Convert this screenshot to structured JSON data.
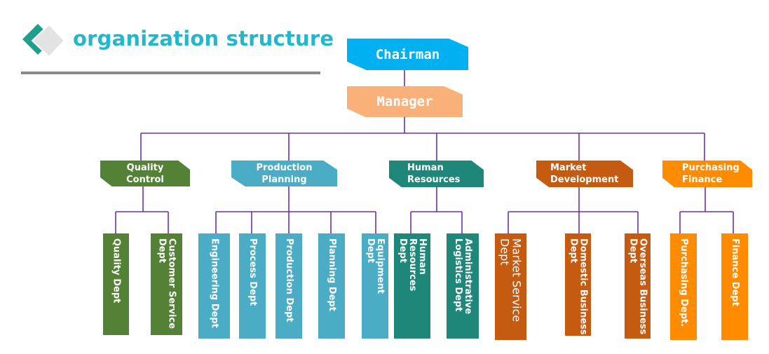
{
  "header": {
    "title": "organization structure",
    "logo_icon": "diamond-logo-icon"
  },
  "colors": {
    "chairman": "#00b0f0",
    "manager": "#f9b079",
    "quality": "#538135",
    "production": "#4aacc5",
    "human": "#1e877a",
    "market": "#c55a11",
    "purchasing": "#ff8c00",
    "lines": "#7030a0"
  },
  "org": {
    "chairman": "Chairman",
    "manager": "Manager",
    "departments": [
      {
        "name": "Quality\nControl",
        "subs": [
          "Quality Dept",
          "Customer Service\nDept"
        ]
      },
      {
        "name": "Production\nPlanning",
        "subs": [
          "Engineering Dept",
          "Process Dept",
          "Production Dept",
          "Planning Dept",
          "Equipment\nDept"
        ]
      },
      {
        "name": "Human\nResources",
        "subs": [
          "Human\nResources\nDept",
          "Administrative\nLogistics Dept"
        ]
      },
      {
        "name": "Market\nDevelopment",
        "subs": [
          "Market Service\nDept",
          "Domestic Business\nDept",
          "Overseas Business\nDept"
        ]
      },
      {
        "name": "Purchasing\nFinance",
        "subs": [
          "Purchasing Dept.",
          "Finance Dept"
        ]
      }
    ]
  }
}
